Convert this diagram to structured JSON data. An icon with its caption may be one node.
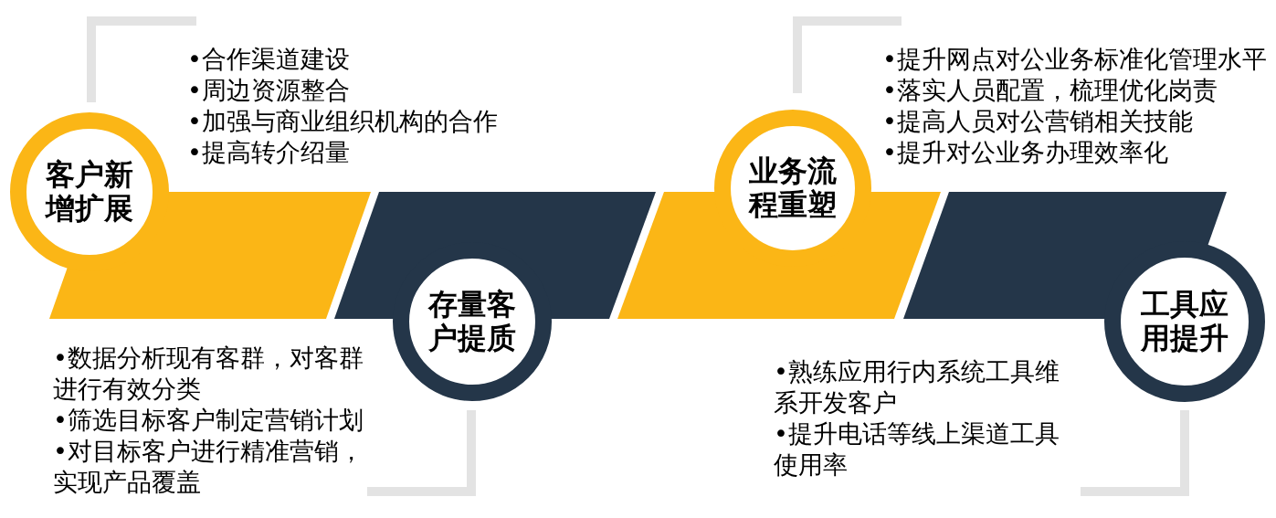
{
  "diagram": {
    "nodes": [
      {
        "text": [
          "客户新增扩展"
        ],
        "beside": [
          "•合作渠道建设",
          "•周边资源整合",
          "•加强与商业组织机构的合作",
          "•提高转介绍量"
        ]
      },
      {
        "text": [
          "存量客户提质"
        ],
        "beside": [
          "•数据分析现有客群，对客群进行有效分类",
          "•筛选目标客户制定营销计划",
          "•对目标客户进行精准营销，实现产品覆盖"
        ]
      },
      {
        "text": [
          "业务流程重塑"
        ],
        "beside": [
          "•提升网点对公业务标准化管理水平",
          "•落实人员配置，梳理优化岗责",
          "•提高人员对公营销相关技能",
          "•提升对公业务办理效率化"
        ]
      },
      {
        "text": [
          "工具应用提升"
        ],
        "beside": [
          "•熟练应用行内系统工具维系开发客户",
          "•提升电话等线上渠道工具使用率"
        ]
      },
      {
        "text": [],
        "shape": "parallelogram"
      },
      {
        "text": [],
        "shape": "parallelogram"
      },
      {
        "text": [],
        "shape": "parallelogram"
      },
      {
        "text": [],
        "shape": "parallelogram"
      }
    ]
  }
}
